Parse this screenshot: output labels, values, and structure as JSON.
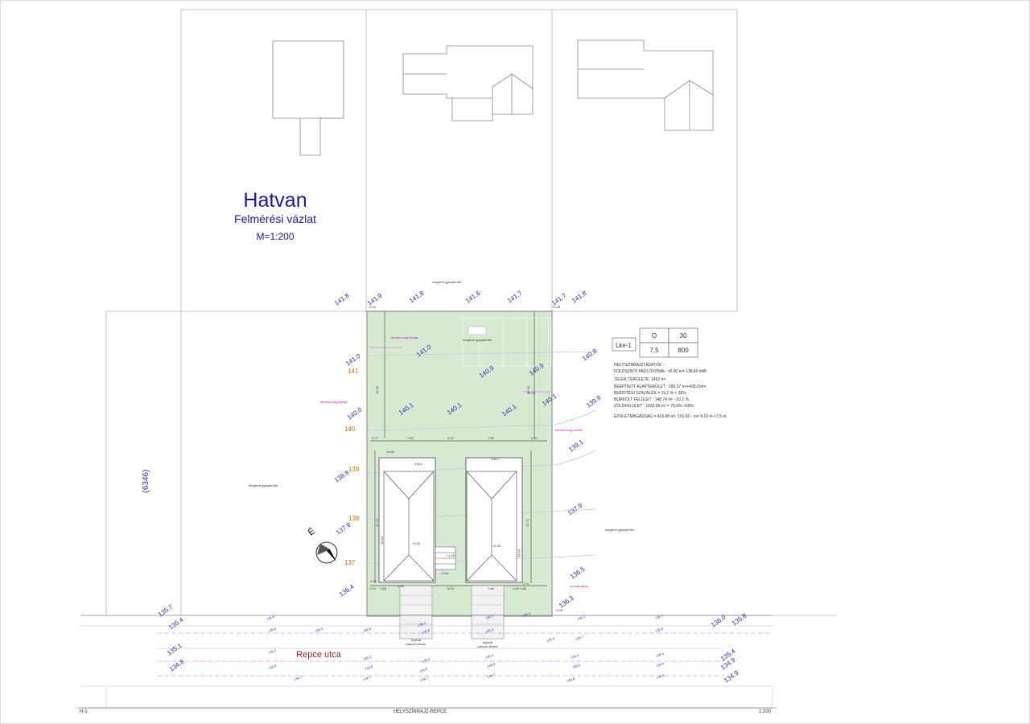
{
  "drawing": {
    "city": "Hatvan",
    "subtitle": "Felmérési vázlat",
    "scale": "M=1:200",
    "street": "Repce utca",
    "parcel_number": "(6346)",
    "sheet_id": "H-1",
    "sheet_title": "HELYSZÍNRAJZ-REPCE",
    "sheet_scale": "1:200",
    "north": "É"
  },
  "zoning": {
    "code": "Lke-1",
    "cells": [
      "O",
      "30",
      "7,5",
      "800"
    ]
  },
  "info_lines": [
    "HELYSZÍNRAJZI ADATOK :",
    "FÖLDSZINTI PADLÓVONAL: ±0,00 m= 138,40 mBf",
    "TELEK TERÜLETE: 1462 m²",
    "BEÉPÍTETT ALAPTERÜLET : 280,37 m²+438,00m²",
    "BEÉPÍTÉSI SZÁZALÉK = 19,1 % < 30%",
    "BURKOLT FELÜLET : 148,74 m² ~10,1 %",
    "ZÖLDFELÜLET : 1032,89 m² = 70,6% >50%",
    "ÉPÜLETMAGASSÁG = 416,88 m²: 101,60 · m= 4,10 m <7,5 m"
  ],
  "notes": {
    "existing_garden": "meglévő gyepterület",
    "existing_garden_inner": "meglévő gyepterület",
    "existing_garden_left": "meglévő gyepterület",
    "existing_garden_right": "meglévő gyepterület",
    "new_fence_1": "kerítés meg marad",
    "new_fence_2": "kerítés meg marad",
    "new_fence_3": "kerítés meg marad",
    "entrance_1": "bejárat",
    "entrance_2": "bejárat",
    "parking_1": "parkoló felület",
    "parking_2": "parkoló felület",
    "utility_note": "vízórás akna"
  },
  "elevations": [
    {
      "label": "141.8",
      "kind": "survey"
    },
    {
      "label": "141.9",
      "kind": "survey"
    },
    {
      "label": "141.8",
      "kind": "survey"
    },
    {
      "label": "141.6",
      "kind": "survey"
    },
    {
      "label": "141.7",
      "kind": "survey"
    },
    {
      "label": "141.7",
      "kind": "survey"
    },
    {
      "label": "141.8",
      "kind": "survey"
    },
    {
      "label": "141.0",
      "kind": "survey"
    },
    {
      "label": "141.0",
      "kind": "survey"
    },
    {
      "label": "140.8",
      "kind": "survey"
    },
    {
      "label": "140.9",
      "kind": "survey"
    },
    {
      "label": "140.9",
      "kind": "survey"
    },
    {
      "label": "140.0",
      "kind": "survey"
    },
    {
      "label": "140.1",
      "kind": "survey"
    },
    {
      "label": "140.1",
      "kind": "survey"
    },
    {
      "label": "140.1",
      "kind": "survey"
    },
    {
      "label": "140.1",
      "kind": "survey"
    },
    {
      "label": "139.9",
      "kind": "survey"
    },
    {
      "label": "139.1",
      "kind": "survey"
    },
    {
      "label": "138.8",
      "kind": "survey"
    },
    {
      "label": "137.9",
      "kind": "survey"
    },
    {
      "label": "137.9",
      "kind": "survey"
    },
    {
      "label": "136.5",
      "kind": "survey"
    },
    {
      "label": "136.4",
      "kind": "survey"
    },
    {
      "label": "136.3",
      "kind": "survey"
    },
    {
      "label": "135.7",
      "kind": "survey"
    },
    {
      "label": "135.4",
      "kind": "survey"
    },
    {
      "label": "136.0",
      "kind": "survey"
    },
    {
      "label": "135.8",
      "kind": "survey"
    },
    {
      "label": "135.1",
      "kind": "survey"
    },
    {
      "label": "134.8",
      "kind": "survey"
    },
    {
      "label": "135.4",
      "kind": "survey"
    },
    {
      "label": "134.9",
      "kind": "survey"
    },
    {
      "label": "134.9",
      "kind": "survey"
    }
  ],
  "contours": [
    "141",
    "140",
    "139",
    "138",
    "137"
  ],
  "small_levels": [
    "136.6",
    "135.6",
    "136.0",
    "136.6",
    "136.2",
    "135.8",
    "136.1",
    "135.9",
    "136.4",
    "135.7",
    "136.0",
    "135.7",
    "136.1",
    "135.8",
    "135.2",
    "134.8",
    "134.7",
    "135.2",
    "134.8",
    "134.7",
    "135.3",
    "134.8",
    "134.7",
    "135.4",
    "134.8",
    "134.7",
    "135.4",
    "134.9",
    "134.8",
    "135.4",
    "134.9",
    "134.9"
  ],
  "dimensions": [
    "7.80",
    "5.23",
    "7.80",
    "3.17",
    "6.60",
    "1.80",
    "1.74",
    "2.10",
    "1.69",
    "5.23",
    "7.80",
    "17.71",
    "17.71",
    "10.94",
    "13.94",
    "26.30",
    "26.30",
    "4.96",
    "2.00",
    "1.98"
  ],
  "levels": [
    "±0.00",
    "+0.32",
    "+0.32",
    "+1.10",
    "-0.64",
    "+0.38",
    "-0.20",
    "+2.28",
    "-3.08"
  ],
  "buildings": [
    {
      "id": "house-a",
      "ridge": "136.1"
    },
    {
      "id": "house-b",
      "ridge": "136.1"
    }
  ]
}
